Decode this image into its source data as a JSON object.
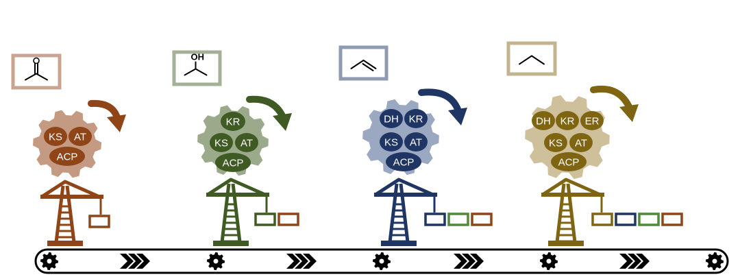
{
  "modules": [
    {
      "id": "module-1",
      "color": "#8f4517",
      "gear_color": "#c59a82",
      "box_color": "#c9a591",
      "structure": "ketone",
      "domains": [
        {
          "label": "KS"
        },
        {
          "label": "AT"
        },
        {
          "label": "ACP"
        }
      ],
      "cargo_colors": [
        "#8f4517"
      ]
    },
    {
      "id": "module-2",
      "color": "#3f5a22",
      "gear_color": "#9aaa8b",
      "box_color": "#a3b196",
      "structure": "alcohol",
      "structure_label": "OH",
      "domains": [
        {
          "label": "KR"
        },
        {
          "label": "KS"
        },
        {
          "label": "AT"
        },
        {
          "label": "ACP"
        }
      ],
      "cargo_colors": [
        "#3f5a22",
        "#8f4517"
      ]
    },
    {
      "id": "module-3",
      "color": "#1f3564",
      "gear_color": "#9ba8c1",
      "box_color": "#8e9bb2",
      "structure": "alkene",
      "domains": [
        {
          "label": "DH"
        },
        {
          "label": "KR"
        },
        {
          "label": "KS"
        },
        {
          "label": "AT"
        },
        {
          "label": "ACP"
        }
      ],
      "cargo_colors": [
        "#1f3564",
        "#4f8a3a",
        "#8f4517"
      ]
    },
    {
      "id": "module-4",
      "color": "#7f6512",
      "gear_color": "#cfc09c",
      "box_color": "#c2b48f",
      "structure": "alkane",
      "domains": [
        {
          "label": "DH"
        },
        {
          "label": "KR"
        },
        {
          "label": "ER"
        },
        {
          "label": "KS"
        },
        {
          "label": "AT"
        },
        {
          "label": "ACP"
        }
      ],
      "cargo_colors": [
        "#7f6512",
        "#1f3564",
        "#4f8a3a",
        "#8f4517"
      ]
    }
  ],
  "conveyor": {
    "belt_color": "#000000",
    "gear_icon": "gear-icon",
    "arrow_icon": "chevron-triple-right-icon",
    "roller_count": 5
  }
}
